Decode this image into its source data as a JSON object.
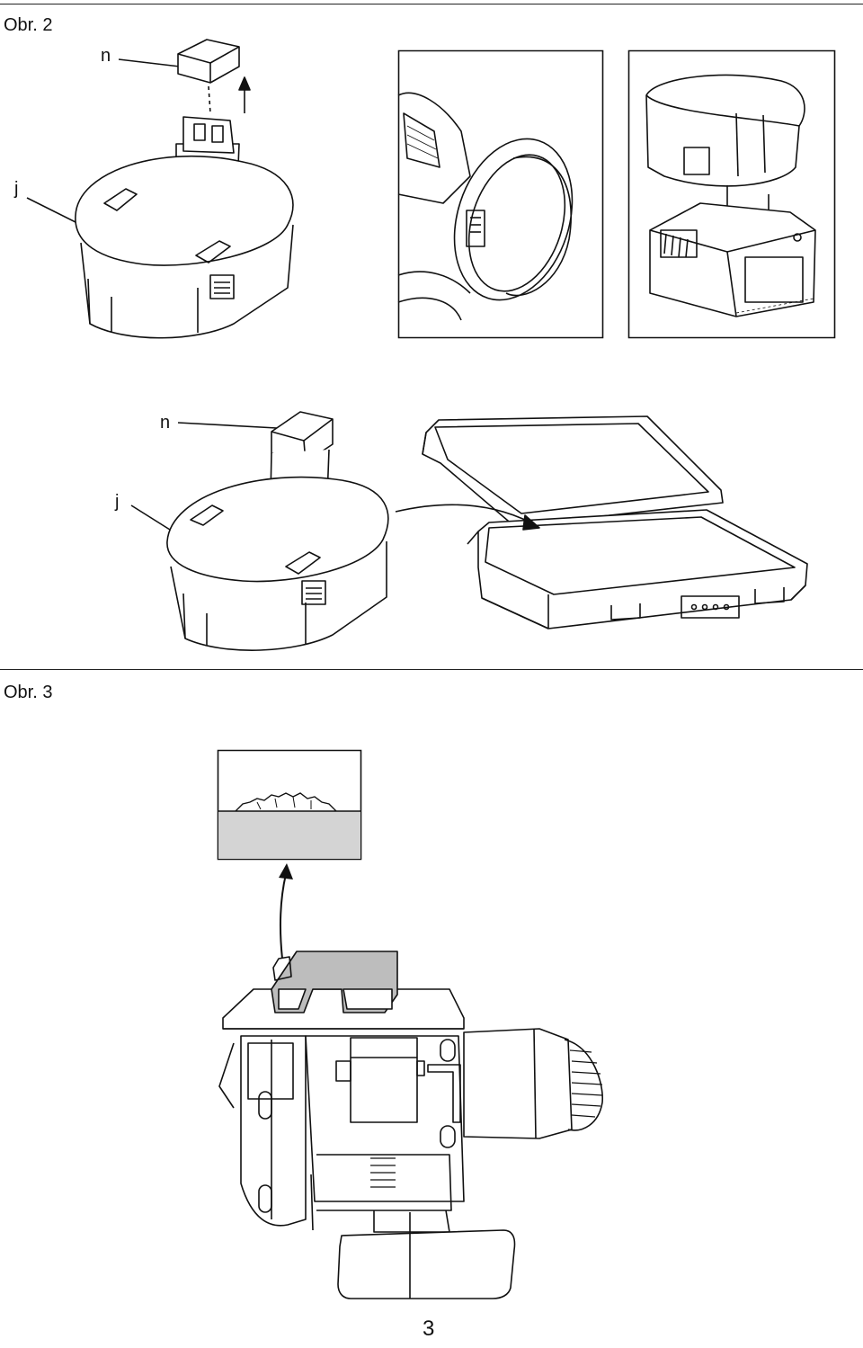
{
  "figures": {
    "fig2": {
      "label": "Obr. 2"
    },
    "fig3": {
      "label": "Obr. 3"
    }
  },
  "callouts": {
    "n_top": "n",
    "j_top": "j",
    "n_bottom": "n",
    "j_bottom": "j"
  },
  "page": {
    "number": "3"
  }
}
